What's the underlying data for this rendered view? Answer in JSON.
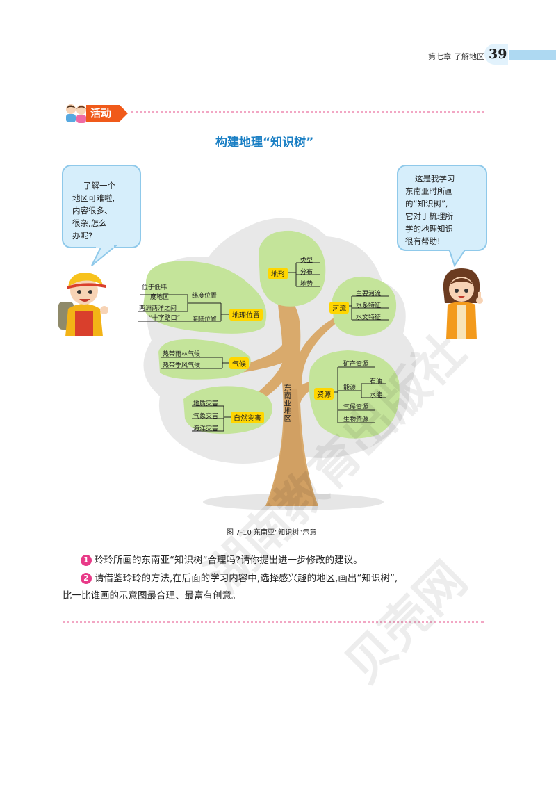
{
  "header": {
    "chapter": "第七章",
    "section": "了解地区",
    "page_number": "39"
  },
  "activity": {
    "label": "活动",
    "title": "构建地理“知识树”"
  },
  "bubbles": {
    "left": [
      "了解一个",
      "地区可难啦,",
      "内容很多、",
      "很杂,怎么",
      "办呢?"
    ],
    "right": [
      "这是我学习",
      "东南亚时所画",
      "的“知识树”,",
      "它对于梳理所",
      "学的地理知识",
      "很有帮助!"
    ]
  },
  "tree": {
    "trunk_label": "东南亚地区",
    "location": {
      "label": "地理位置",
      "lat": "纬度位置",
      "sea": "海陆位置",
      "lat_detail": [
        "位于低纬",
        "度地区"
      ],
      "sea_detail": [
        "两洲两洋之间",
        "“十字路口”"
      ]
    },
    "terrain": {
      "label": "地形",
      "items": [
        "类型",
        "分布",
        "地势"
      ]
    },
    "rivers": {
      "label": "河流",
      "items": [
        "主要河流",
        "水系特征",
        "水文特征"
      ]
    },
    "climate": {
      "label": "气候",
      "items": [
        "热带雨林气候",
        "热带季风气候"
      ]
    },
    "disasters": {
      "label": "自然灾害",
      "items": [
        "地质灾害",
        "气象灾害",
        "海洋灾害"
      ]
    },
    "resources": {
      "label": "资源",
      "mineral": "矿产资源",
      "energy": "能源",
      "energy_items": [
        "石油",
        "水能"
      ],
      "climate_res": "气候资源",
      "bio": "生物资源"
    }
  },
  "figure": {
    "caption": "图 7-10   东南亚“知识树”示意"
  },
  "questions": [
    {
      "num": "1",
      "text": "玲玲所画的东南亚“知识树”合理吗?请你提出进一步修改的建议。"
    },
    {
      "num": "2",
      "text": "请借鉴玲玲的方法,在后面的学习内容中,选择感兴趣的地区,画出“知识树”,",
      "cont": "比一比谁画的示意图最合理、最富有创意。"
    }
  ],
  "watermark": {
    "line1": "湖南教育出版社",
    "line2": "贝壳网"
  },
  "colors": {
    "leaf": "#c4e49a",
    "label": "#ffd600",
    "trunk": "#d9aa6c",
    "title": "#1a7fc4",
    "accent": "#e83a88",
    "bubble": "#d6eefb"
  }
}
